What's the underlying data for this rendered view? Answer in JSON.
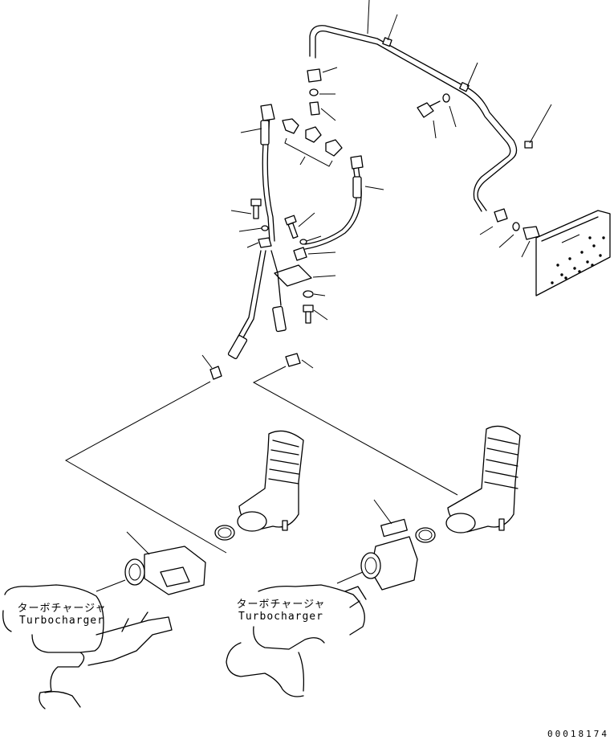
{
  "callouts": {
    "left_turbocharger": {
      "label_jp": "ターボチャージャ",
      "label_en": "Turbocharger"
    },
    "right_turbocharger": {
      "label_jp": "ターボチャージャ",
      "label_en": "Turbocharger"
    }
  },
  "drawing_number": "00018174"
}
